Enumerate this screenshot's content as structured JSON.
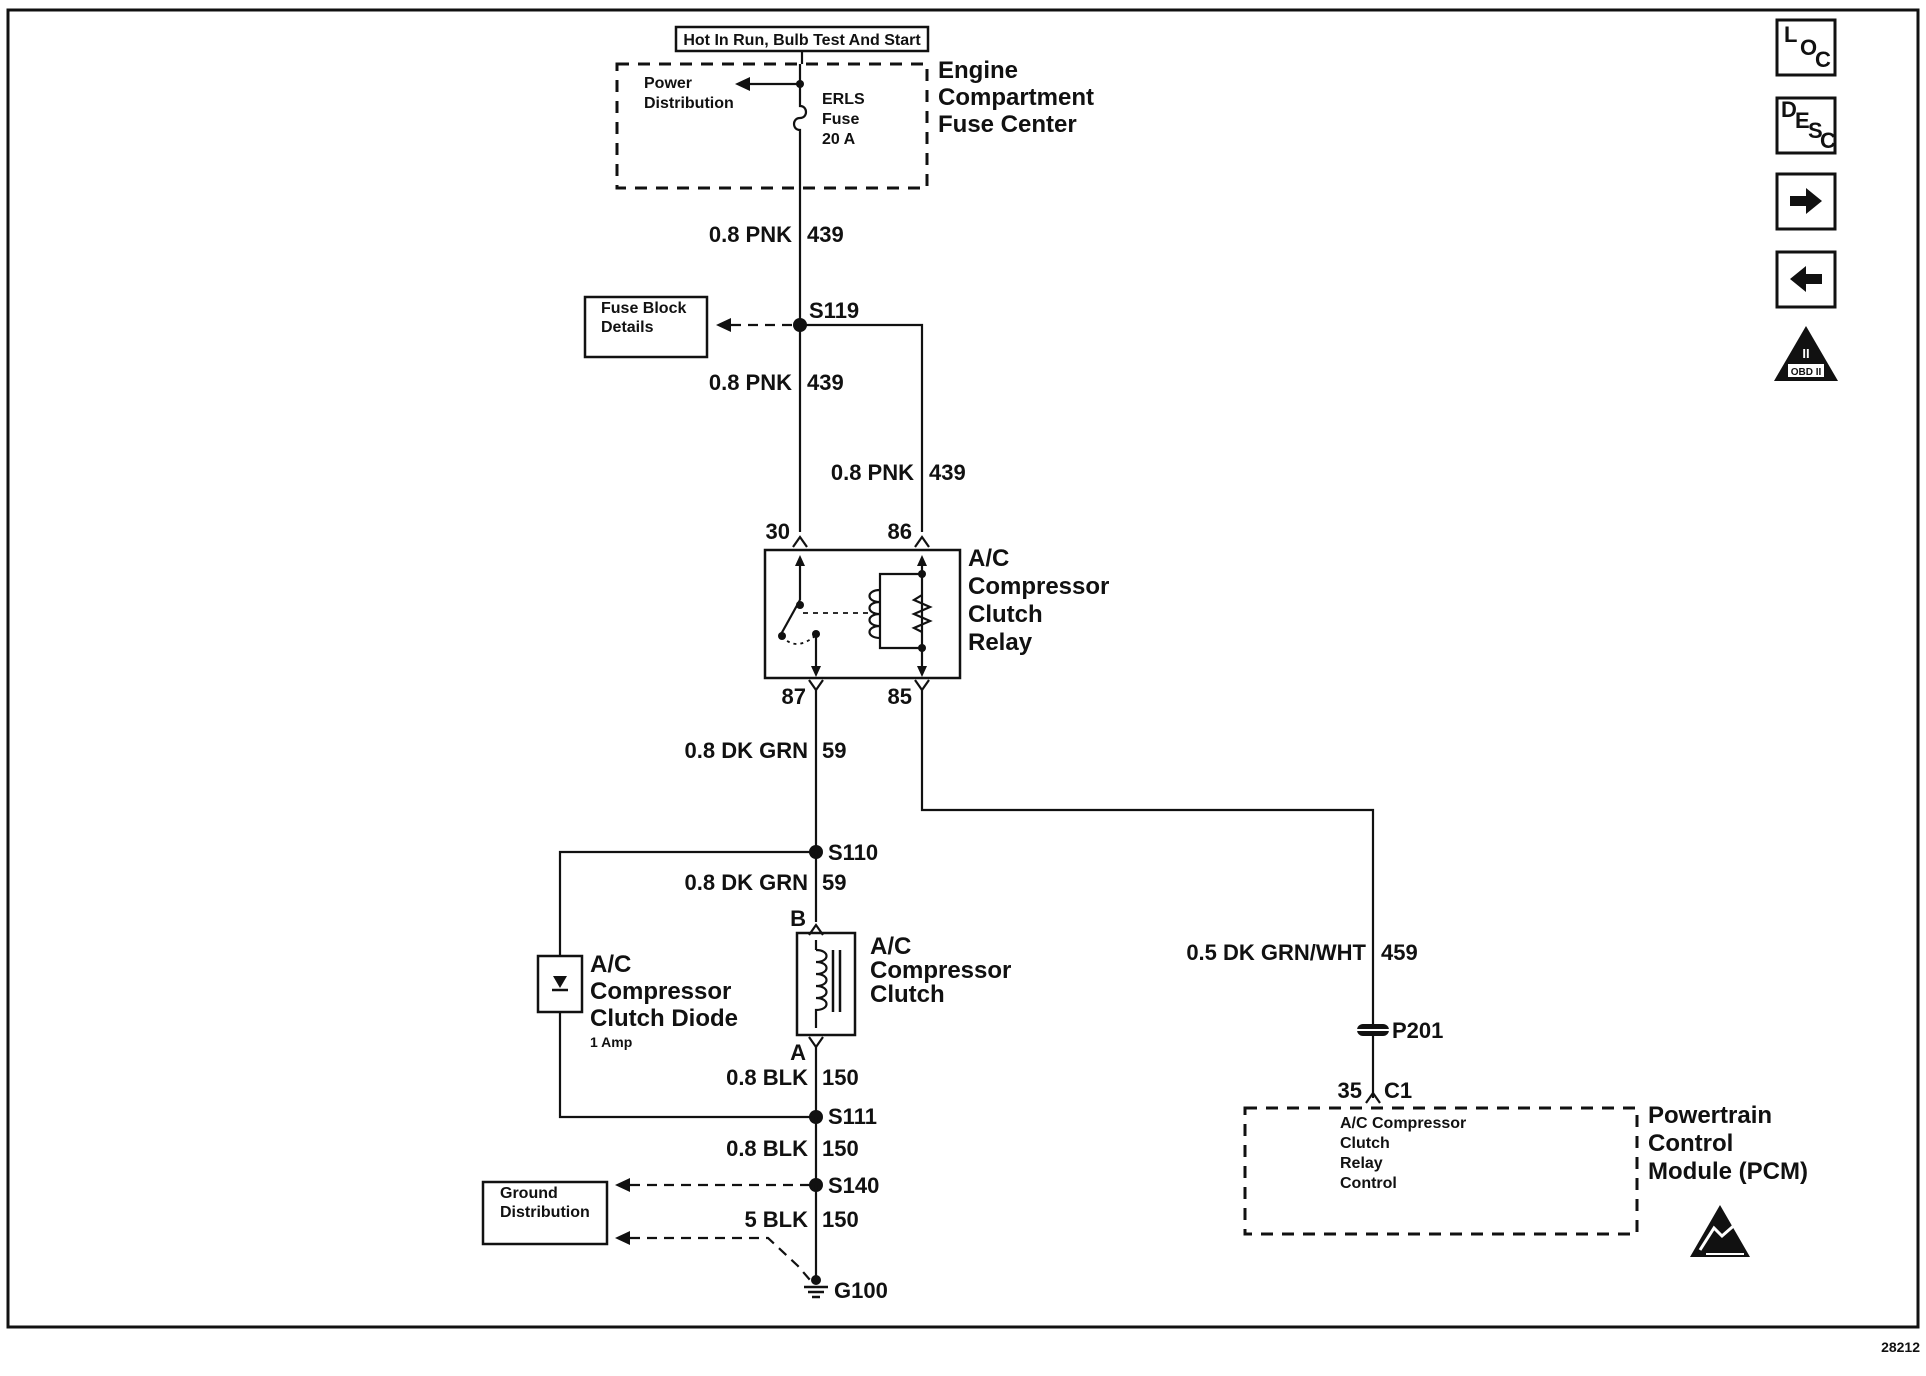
{
  "hot_label": "Hot In Run, Bulb Test And Start",
  "fuse_center": {
    "title": [
      "Engine",
      "Compartment",
      "Fuse Center"
    ],
    "power_distribution": [
      "Power",
      "Distribution"
    ],
    "fuse": [
      "ERLS",
      "Fuse",
      "20 A"
    ]
  },
  "fuse_block_details": [
    "Fuse Block",
    "Details"
  ],
  "wires": {
    "w1_label": "0.8 PNK",
    "w1_num": "439",
    "w2_label": "0.8 PNK",
    "w2_num": "439",
    "w3_label": "0.8 PNK",
    "w3_num": "439",
    "w4_label": "0.8 DK GRN",
    "w4_num": "59",
    "w5_label": "0.8 DK GRN",
    "w5_num": "59",
    "w6_label": "0.5 DK GRN/WHT",
    "w6_num": "459",
    "w7_label": "0.8 BLK",
    "w7_num": "150",
    "w8_label": "0.8 BLK",
    "w8_num": "150",
    "w9_label": "5 BLK",
    "w9_num": "150"
  },
  "splices": {
    "s119": "S119",
    "s110": "S110",
    "s111": "S111",
    "s140": "S140"
  },
  "relay": {
    "title": [
      "A/C",
      "Compressor",
      "Clutch",
      "Relay"
    ],
    "pin30": "30",
    "pin86": "86",
    "pin87": "87",
    "pin85": "85"
  },
  "clutch": {
    "title": [
      "A/C",
      "Compressor",
      "Clutch"
    ],
    "pin_b": "B",
    "pin_a": "A"
  },
  "diode": {
    "title": [
      "A/C",
      "Compressor",
      "Clutch Diode"
    ],
    "rating": "1 Amp"
  },
  "connector_p201": "P201",
  "pcm": {
    "pin": "35",
    "connector": "C1",
    "circuit": [
      "A/C Compressor",
      "Clutch",
      "Relay",
      "Control"
    ],
    "title": [
      "Powertrain",
      "Control",
      "Module (PCM)"
    ]
  },
  "ground_distribution": [
    "Ground",
    "Distribution"
  ],
  "ground": "G100",
  "nav": {
    "loc": [
      "L",
      "O",
      "C"
    ],
    "desc": [
      "D",
      "E",
      "S",
      "C"
    ],
    "obd": "OBD II",
    "obd_roman": "II"
  },
  "figure_number": "28212"
}
